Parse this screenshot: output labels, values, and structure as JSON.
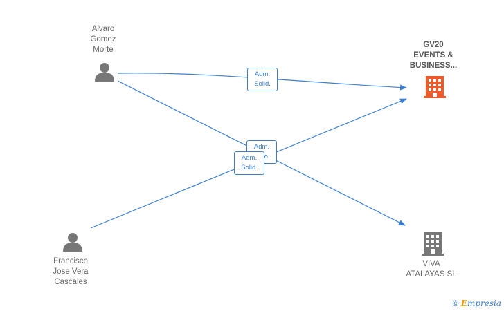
{
  "people": [
    {
      "name_lines": [
        "Alvaro",
        "Gomez",
        "Morte"
      ]
    },
    {
      "name_lines": [
        "Francisco",
        "Jose Vera",
        "Cascales"
      ]
    }
  ],
  "companies": [
    {
      "name_lines": [
        "GV20",
        "EVENTS &",
        "BUSINESS..."
      ],
      "color": "#f05a28"
    },
    {
      "name_lines": [
        "VIVA",
        "ATALAYAS SL"
      ],
      "color": "#777777"
    }
  ],
  "edges": [
    {
      "from": "Alvaro Gomez Morte",
      "to": "GV20 EVENTS & BUSINESS...",
      "label_lines": [
        "Adm.",
        "Solid."
      ]
    },
    {
      "from": "Alvaro Gomez Morte",
      "to": "VIVA ATALAYAS SL",
      "label_lines": [
        "Adm.",
        "...co"
      ]
    },
    {
      "from": "Francisco Jose Vera Cascales",
      "to": "GV20 EVENTS & BUSINESS...",
      "label_lines": [
        "Adm.",
        "Solid."
      ]
    }
  ],
  "colors": {
    "edge": "#3a7fd5",
    "person_icon": "#777777"
  },
  "footer": {
    "copyright_symbol": "©",
    "brand_initial": "E",
    "brand_rest": "mpresia"
  }
}
